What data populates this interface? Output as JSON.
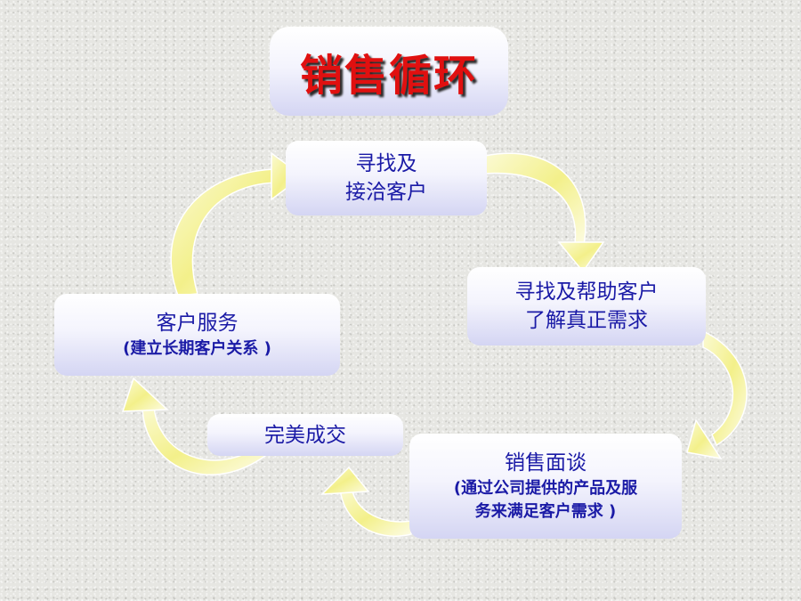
{
  "title": "销售循环",
  "steps": [
    {
      "main": "寻找及\n接洽客户",
      "sub": ""
    },
    {
      "main": "寻找及帮助客户\n了解真正需求",
      "sub": ""
    },
    {
      "main": "销售面谈",
      "sub": "(通过公司提供的产品及服\n务来满足客户需求 )"
    },
    {
      "main": "完美成交",
      "sub": ""
    },
    {
      "main": "客户服务",
      "sub": "(建立长期客户关系 )"
    }
  ],
  "colors": {
    "title_text": "#e01010",
    "step_text": "#1a1aa6",
    "arrow_fill": "#f3f08a",
    "arrow_edge": "#ffffff"
  }
}
